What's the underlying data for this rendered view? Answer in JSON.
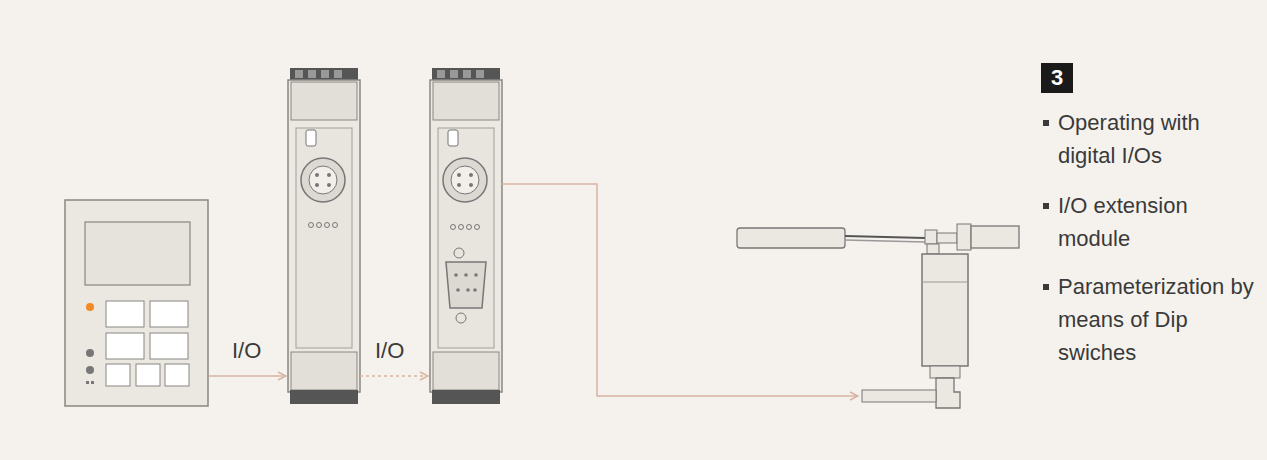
{
  "diagram": {
    "nodes": [
      {
        "text": [
          "3"
        ]
      }
    ],
    "labels": [
      "I/O",
      "I/O",
      "Operating with digital I/Os",
      "I/O extension module",
      "Parameterization by means of Dip swiches"
    ]
  }
}
